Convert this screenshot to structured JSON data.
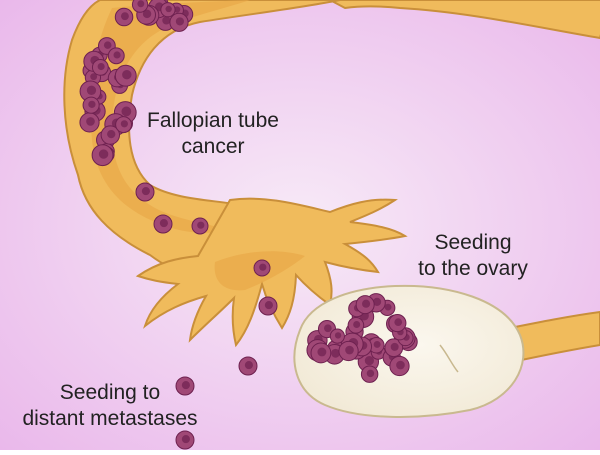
{
  "labels": {
    "fallopian_tube_cancer": [
      "Fallopian tube",
      "cancer"
    ],
    "seeding_ovary": [
      "Seeding",
      "to the ovary"
    ],
    "seeding_metastases": [
      "Seeding to",
      "distant metastases"
    ]
  },
  "colors": {
    "background_center": "#f7eaf7",
    "background_edge": "#e9b5ea",
    "tube_fill": "#f0bb5c",
    "tube_outline": "#c98f3a",
    "tube_lumen": "#eaa94a",
    "cancer_cell": "#a04876",
    "cancer_nucleus": "#6e2150",
    "ovary_fill": "#f2ead7",
    "ovary_outline": "#c9b98f"
  }
}
